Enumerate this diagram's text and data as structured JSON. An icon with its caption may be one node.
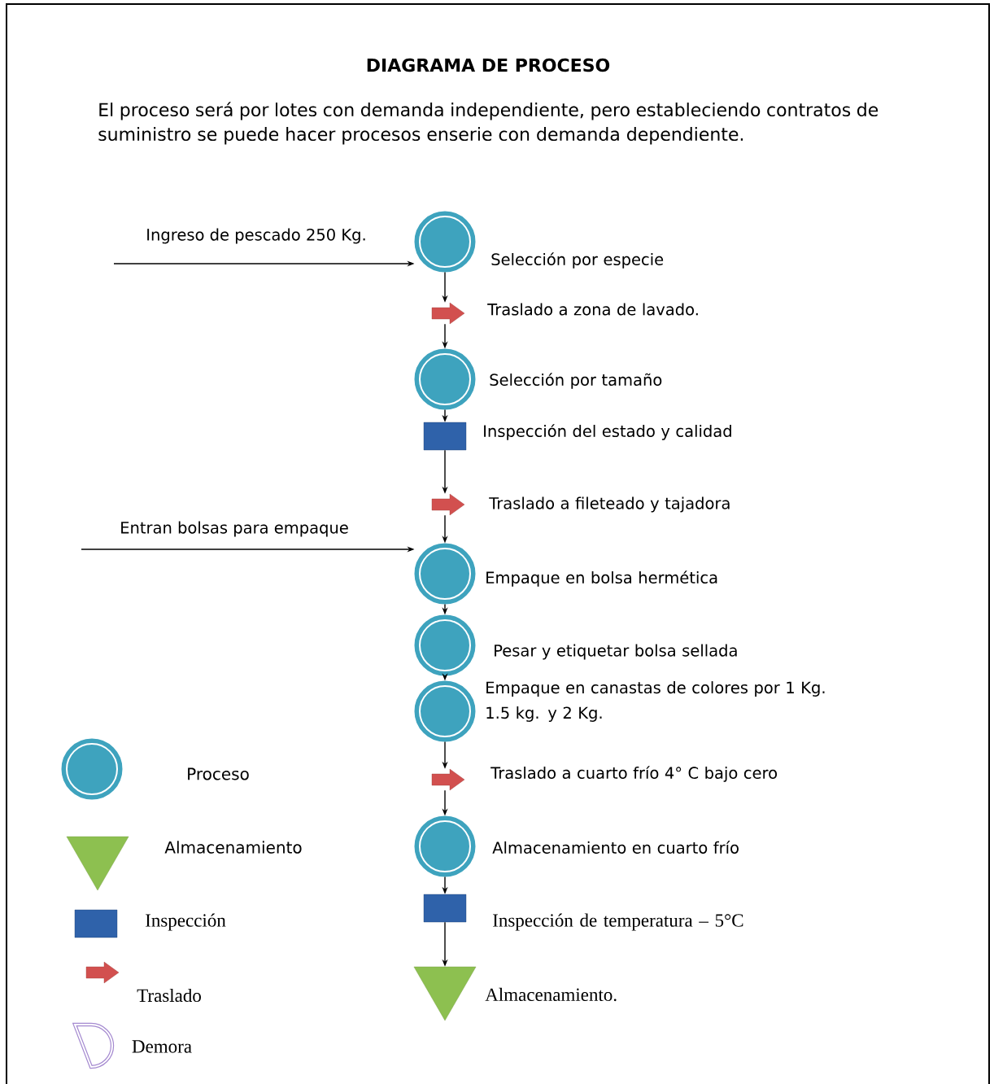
{
  "diagram": {
    "title": "DIAGRAMA DE PROCESO",
    "nodes": [
      {
        "text": [],
        "shape": "circle",
        "beside": [
          "Selección por especie"
        ]
      },
      {
        "text": [],
        "shape": "arrow",
        "beside": [
          "Traslado a zona de lavado."
        ]
      },
      {
        "text": [],
        "shape": "circle",
        "beside": [
          "Selección por tamaño"
        ]
      },
      {
        "text": [],
        "shape": "box",
        "beside": [
          "Inspección del estado y calidad"
        ]
      },
      {
        "text": [],
        "shape": "arrow",
        "beside": [
          "Traslado a fileteado y tajadora"
        ]
      },
      {
        "text": [],
        "shape": "circle",
        "beside": [
          "Empaque en bolsa hermética"
        ]
      },
      {
        "text": [],
        "shape": "circle",
        "beside": [
          "Pesar y etiquetar bolsa sellada"
        ]
      },
      {
        "text": [],
        "shape": "circle",
        "beside": [
          "Empaque en canastas de colores por 1 Kg. 1.5 kg. y 2 Kg."
        ]
      },
      {
        "text": [],
        "shape": "arrow",
        "beside": [
          "Traslado a cuarto frío 4° C bajo cero"
        ]
      },
      {
        "text": [],
        "shape": "circle",
        "beside": [
          "Almacenamiento en cuarto frío"
        ]
      },
      {
        "text": [],
        "shape": "box",
        "beside": [
          "Inspección de temperatura – 5°C"
        ]
      },
      {
        "text": [],
        "shape": "triangle",
        "beside": [
          "Almacenamiento."
        ]
      }
    ],
    "edges": [
      {
        "from": null,
        "to": 0,
        "arrow": "to",
        "label": "Ingreso de pescado 250 Kg."
      },
      {
        "from": 0,
        "to": 1,
        "arrow": "to"
      },
      {
        "from": 1,
        "to": 2,
        "arrow": "to"
      },
      {
        "from": 2,
        "to": 3,
        "arrow": "to"
      },
      {
        "from": 3,
        "to": 4,
        "arrow": "to"
      },
      {
        "from": null,
        "to": 5,
        "arrow": "to",
        "label": "Entran bolsas para empaque"
      },
      {
        "from": 4,
        "to": 5,
        "arrow": "to"
      },
      {
        "from": 5,
        "to": 6,
        "arrow": "to"
      },
      {
        "from": 6,
        "to": 7,
        "arrow": "to"
      },
      {
        "from": 7,
        "to": 8,
        "arrow": "to"
      },
      {
        "from": 8,
        "to": 9,
        "arrow": "to"
      },
      {
        "from": 9,
        "to": 10,
        "arrow": "to"
      },
      {
        "from": 10,
        "to": 11,
        "arrow": "to"
      }
    ],
    "labels": [
      "El proceso será por lotes con demanda independiente, pero estableciendo contratos de suministro se puede hacer procesos enserie con demanda dependiente."
    ],
    "legend": [
      {
        "text": "Proceso"
      },
      {
        "text": "Almacenamiento"
      },
      {
        "text": "Inspección"
      },
      {
        "text": "Traslado"
      },
      {
        "text": "Demora"
      }
    ]
  }
}
